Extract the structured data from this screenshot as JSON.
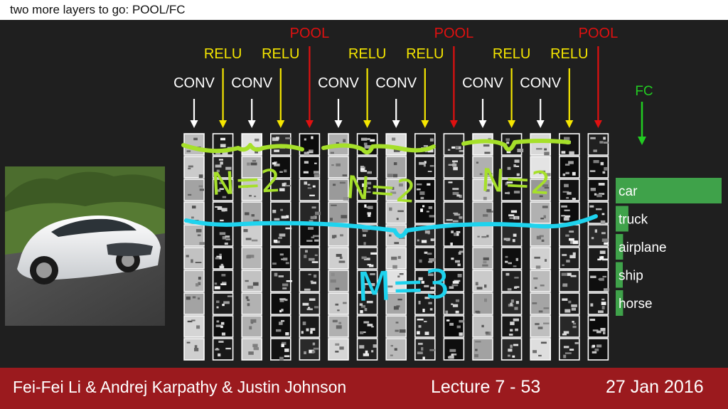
{
  "slide": {
    "title": "two more layers to go: POOL/FC"
  },
  "layers": [
    {
      "type": "CONV",
      "label": "CONV"
    },
    {
      "type": "RELU",
      "label": "RELU"
    },
    {
      "type": "CONV",
      "label": "CONV"
    },
    {
      "type": "RELU",
      "label": "RELU"
    },
    {
      "type": "POOL",
      "label": "POOL"
    },
    {
      "type": "CONV",
      "label": "CONV"
    },
    {
      "type": "RELU",
      "label": "RELU"
    },
    {
      "type": "CONV",
      "label": "CONV"
    },
    {
      "type": "RELU",
      "label": "RELU"
    },
    {
      "type": "POOL",
      "label": "POOL"
    },
    {
      "type": "CONV",
      "label": "CONV"
    },
    {
      "type": "RELU",
      "label": "RELU"
    },
    {
      "type": "CONV",
      "label": "CONV"
    },
    {
      "type": "RELU",
      "label": "RELU"
    },
    {
      "type": "POOL",
      "label": "POOL"
    }
  ],
  "fc_label": "FC",
  "annotations": {
    "n_label": "N=2",
    "m_label": "M=3"
  },
  "outputs": [
    {
      "label": "car",
      "score": 1.0
    },
    {
      "label": "truck",
      "score": 0.12
    },
    {
      "label": "airplane",
      "score": 0.07
    },
    {
      "label": "ship",
      "score": 0.05
    },
    {
      "label": "horse",
      "score": 0.07
    }
  ],
  "colors": {
    "conv": "#ffffff",
    "relu": "#f5e600",
    "pool": "#e01010",
    "fc": "#22cc22",
    "bars": "#3fa24a",
    "highlight_green": "#a6e02a",
    "highlight_cyan": "#1ed3ee",
    "footer": "#9b1a1e"
  },
  "image": {
    "subject": "car-photo"
  },
  "footer": {
    "authors": "Fei-Fei Li & Andrej Karpathy & Justin Johnson",
    "lecture": "Lecture 7 - 53",
    "date": "27 Jan 2016"
  }
}
